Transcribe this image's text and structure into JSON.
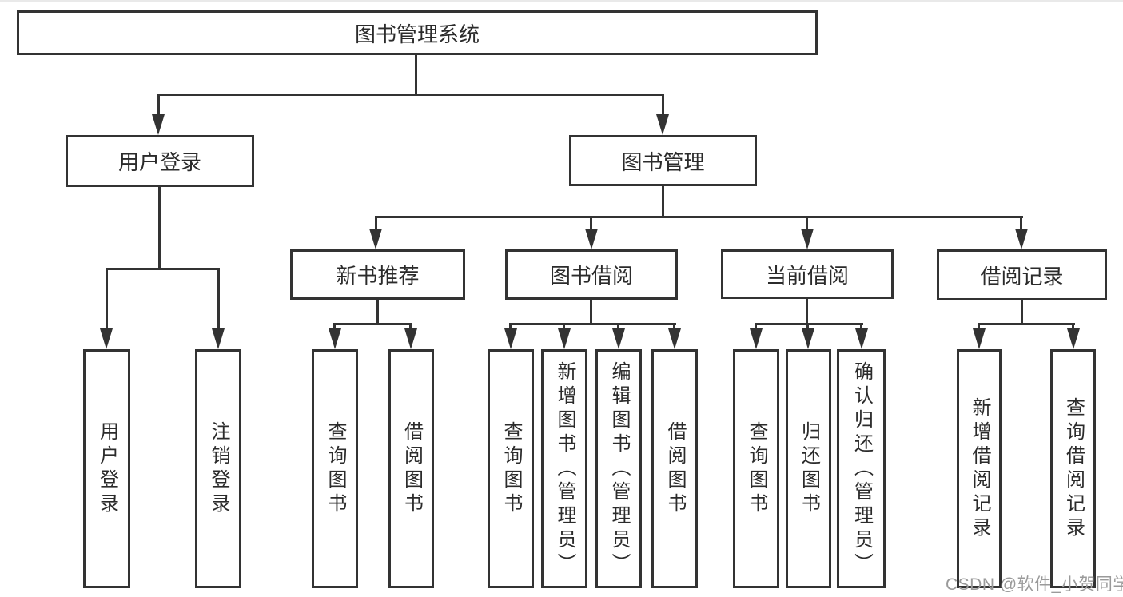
{
  "tree": {
    "root": {
      "label": "图书管理系统"
    },
    "branches": [
      {
        "label": "用户登录",
        "children": [
          {
            "label": "用户登录"
          },
          {
            "label": "注销登录"
          }
        ]
      },
      {
        "label": "图书管理",
        "children": [
          {
            "label": "新书推荐",
            "children": [
              {
                "label": "查询图书"
              },
              {
                "label": "借阅图书"
              }
            ]
          },
          {
            "label": "图书借阅",
            "children": [
              {
                "label": "查询图书"
              },
              {
                "label": "新增图书（管理员）"
              },
              {
                "label": "编辑图书（管理员）"
              },
              {
                "label": "借阅图书"
              }
            ]
          },
          {
            "label": "当前借阅",
            "children": [
              {
                "label": "查询图书"
              },
              {
                "label": "归还图书"
              },
              {
                "label": "确认归还（管理员）"
              }
            ]
          },
          {
            "label": "借阅记录",
            "children": [
              {
                "label": "新增借阅记录"
              },
              {
                "label": "查询借阅记录"
              }
            ]
          }
        ]
      }
    ]
  },
  "watermark": {
    "text": "CSDN @软件_小贺同学"
  },
  "colors": {
    "line": "#333333",
    "text": "#2b2b2b",
    "background": "#ffffff",
    "watermark": "#9a9a9a"
  }
}
